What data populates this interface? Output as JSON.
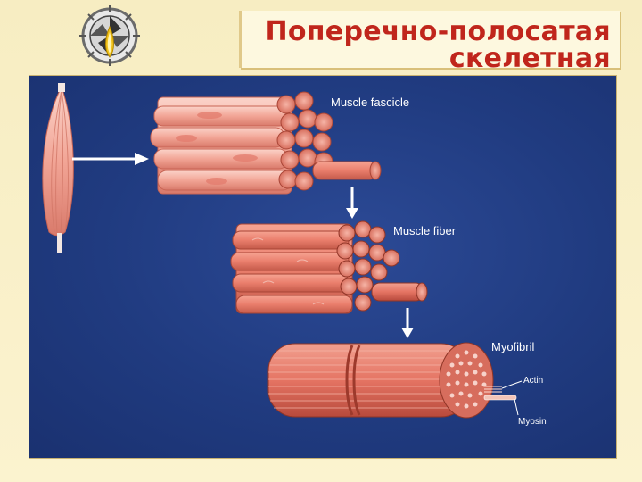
{
  "slide": {
    "title_line1": "Поперечно-полосатая",
    "title_line2": "скелетная"
  },
  "diagram": {
    "labels": {
      "fascicle": "Muscle fascicle",
      "fiber": "Muscle fiber",
      "myofibril": "Myofibril",
      "actin": "Actin",
      "myosin": "Myosin"
    },
    "colors": {
      "panel": "#203b80",
      "tissue": "#f0a79a",
      "tissue_dark": "#d45a4c",
      "title": "#c0261c",
      "arrow": "#ffffff"
    },
    "logo_icon": "ship-wheel-emblem"
  }
}
